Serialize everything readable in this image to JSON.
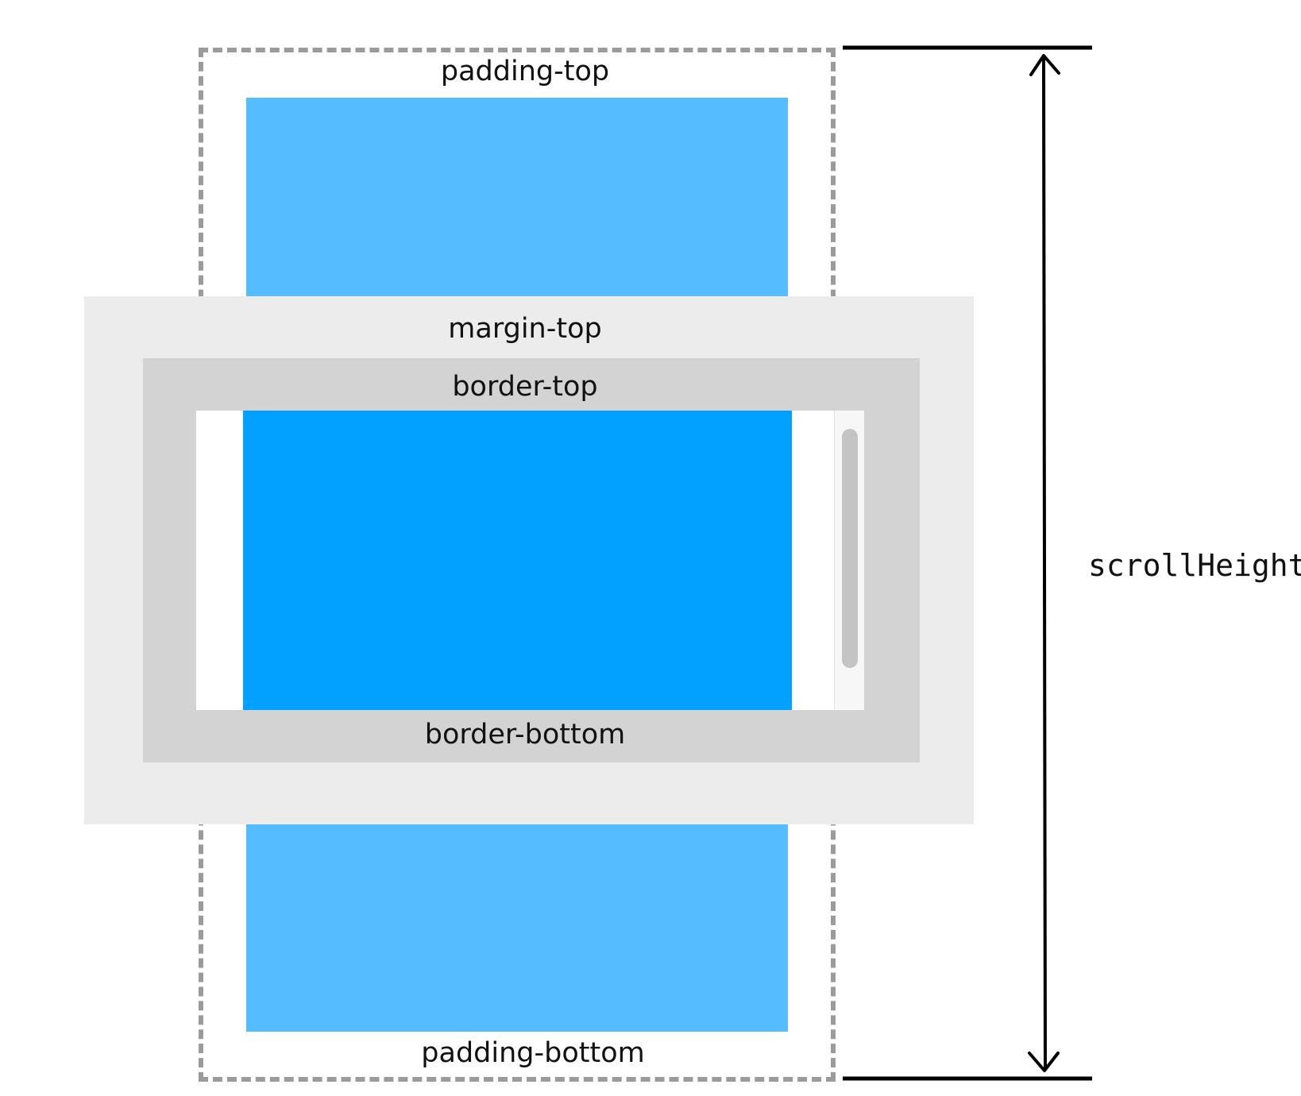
{
  "labels": {
    "padding_top": "padding-top",
    "margin_top": "margin-top",
    "border_top": "border-top",
    "border_bottom": "border-bottom",
    "padding_bottom": "padding-bottom",
    "scroll_height": "scrollHeight"
  },
  "colors": {
    "padding_area": "#55bdff",
    "content_area": "#03a1ff",
    "margin_area": "#ececec",
    "border_area": "#d3d3d3",
    "dashed_outline": "#9b9b9b",
    "scrollbar_thumb": "#c4c4c4"
  }
}
